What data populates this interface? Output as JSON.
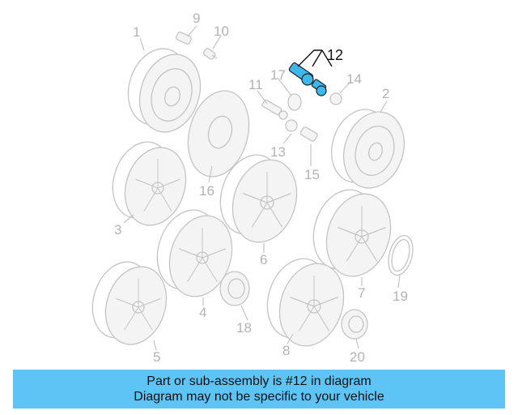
{
  "diagram": {
    "highlight_color": "#3eb8ea",
    "highlighted_part": "12",
    "callouts": [
      "1",
      "2",
      "3",
      "4",
      "5",
      "6",
      "7",
      "8",
      "9",
      "10",
      "11",
      "12",
      "13",
      "14",
      "15",
      "16",
      "17",
      "18",
      "19",
      "20"
    ]
  },
  "banner": {
    "color": "#5ec4f5",
    "line1": "Part or sub-assembly is #12 in diagram",
    "line2": "Diagram may not be specific to your vehicle"
  }
}
